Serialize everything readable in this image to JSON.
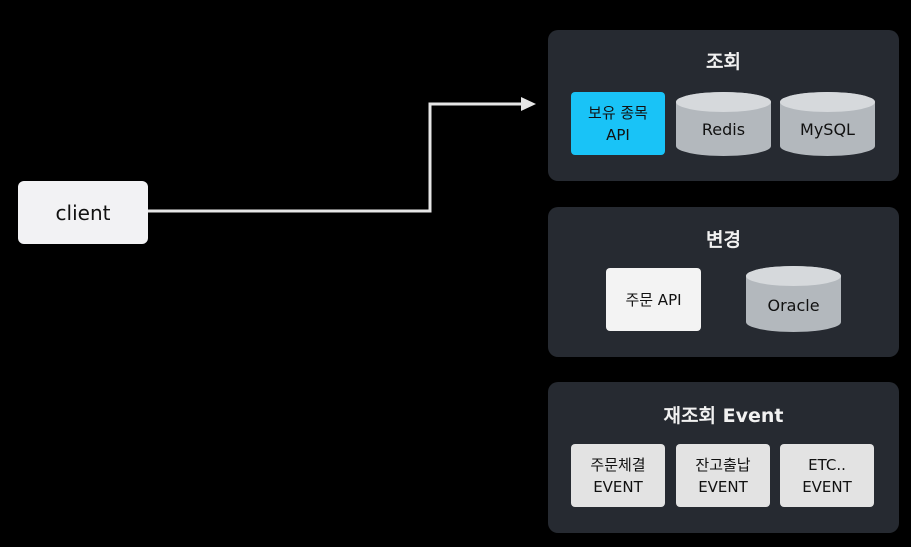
{
  "client": {
    "label": "client"
  },
  "panels": {
    "query": {
      "title": "조회",
      "api_label": "보유 종목\nAPI",
      "redis_label": "Redis",
      "mysql_label": "MySQL"
    },
    "change": {
      "title": "변경",
      "api_label": "주문 API",
      "oracle_label": "Oracle"
    },
    "event": {
      "title": "재조회 Event",
      "items": [
        {
          "label": "주문체결\nEVENT"
        },
        {
          "label": "잔고출납\nEVENT"
        },
        {
          "label": "ETC..\nEVENT"
        }
      ]
    }
  },
  "colors": {
    "background": "#000000",
    "panel": "#262a31",
    "accent": "#19c3f7",
    "connector": "#e6e6e6",
    "database": "#b3b8bd"
  }
}
